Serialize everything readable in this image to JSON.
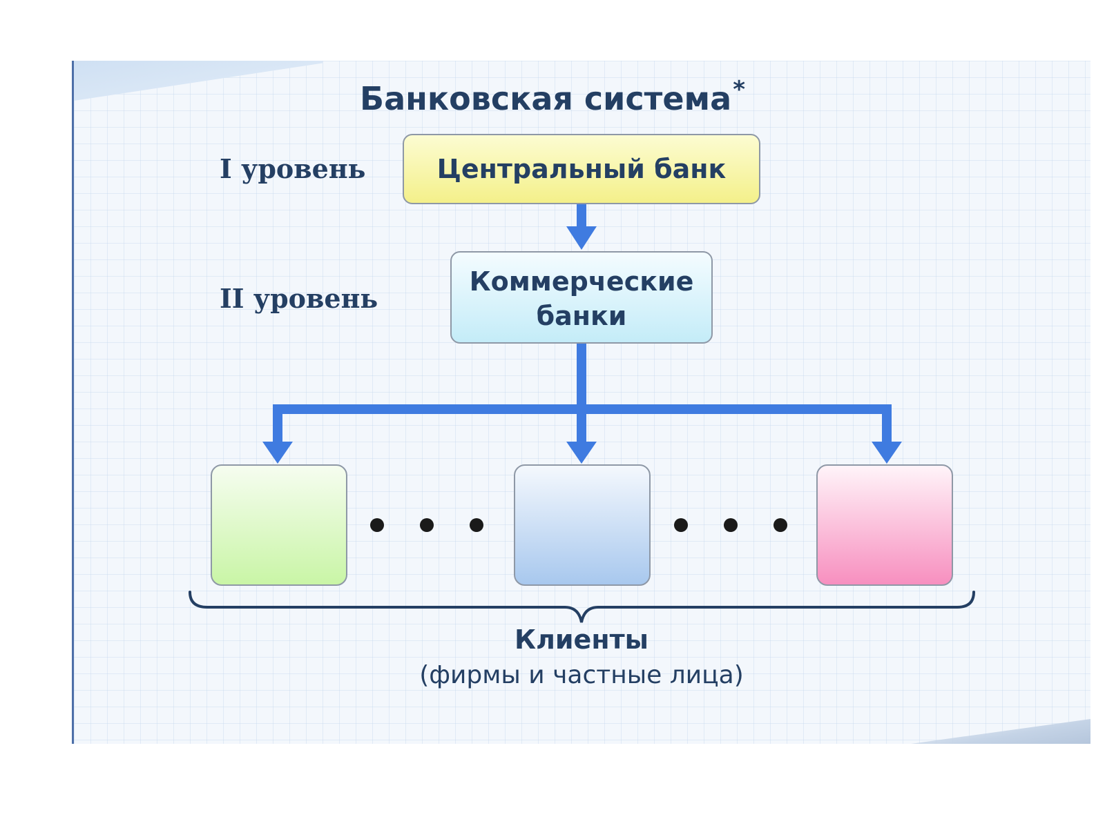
{
  "title": {
    "text": "Банковская система",
    "marker": "*"
  },
  "levels": [
    {
      "label": "I уровень"
    },
    {
      "label": "II уровень"
    }
  ],
  "nodes": {
    "central_bank": "Центральный банк",
    "commercial_banks": {
      "line1": "Коммерческие",
      "line2": "банки"
    }
  },
  "client_boxes": [
    {
      "color": "#c9f5a6"
    },
    {
      "color": "#a8c8ee"
    },
    {
      "color": "#f78fbf"
    }
  ],
  "clients": {
    "label": "Клиенты",
    "sublabel": "(фирмы и частные лица)"
  },
  "colors": {
    "arrow": "#3f7be0",
    "text": "#243f63"
  }
}
